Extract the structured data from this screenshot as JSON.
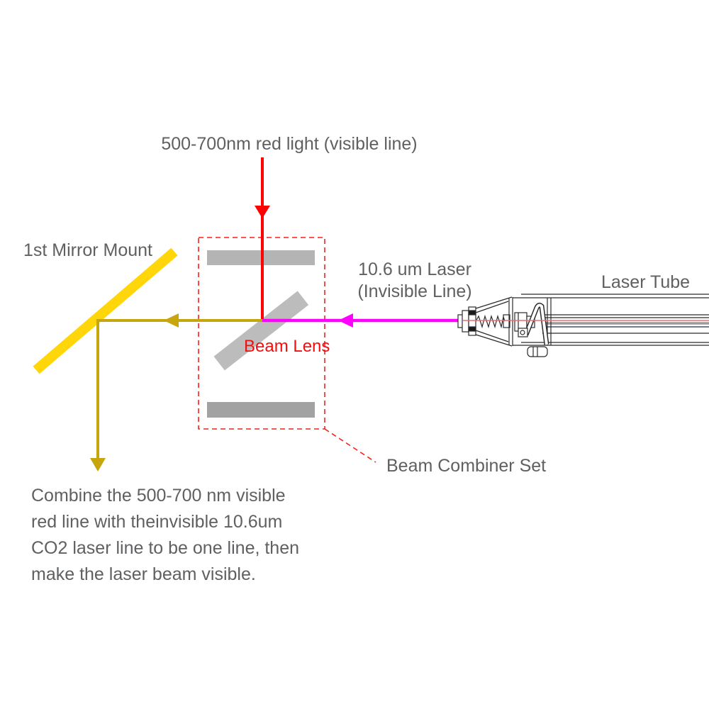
{
  "diagram": {
    "title": "CO2 laser beam combiner diagram",
    "labels": {
      "red_light": "500-700nm red light (visible line)",
      "mirror_mount": "1st Mirror Mount",
      "invisible_laser": "10.6 um Laser\n(Invisible Line)",
      "laser_tube": "Laser Tube",
      "beam_lens": "Beam Lens",
      "beam_combiner": "Beam Combiner Set",
      "description": "Combine the 500-700 nm visible\nred line with theinvisible 10.6um\nCO2 laser line to be one line, then\nmake the laser beam visible."
    },
    "colors": {
      "visible_beam_red": "#FF0000",
      "invisible_beam_magenta": "#FF00FF",
      "combined_beam_yellow": "#C6A50D",
      "mirror_yellow": "#FFD60A",
      "combiner_outline_red": "#F5211D",
      "lens_label_red": "#F10E0E",
      "optics_gray_top": "#B4B4B4",
      "optics_gray_lens": "#BCBCBC",
      "optics_gray_bottom": "#A2A2A2",
      "label_gray": "#5F6062"
    }
  }
}
